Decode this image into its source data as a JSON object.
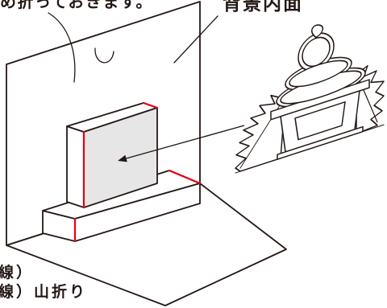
{
  "labels": {
    "top_note": "め折っておきます。",
    "background_inner_face": "背景内面",
    "legend_line_1": "線）",
    "legend_line_2": "線）山折り"
  },
  "colors": {
    "line": "#231815",
    "fold_line_red": "#e60012",
    "front_face_fill": "#e6e6e6",
    "paper": "#ffffff"
  }
}
